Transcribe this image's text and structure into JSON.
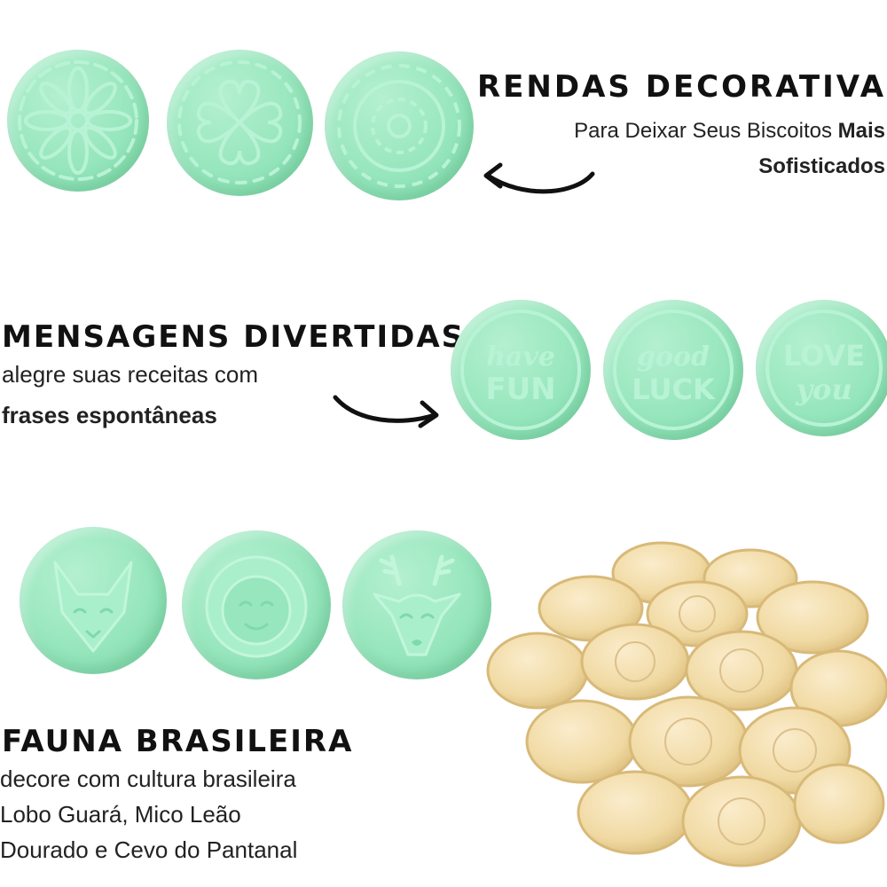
{
  "sections": {
    "rendas": {
      "title": "RENDAS DECORATIVAS",
      "line1": "Para Deixar Seus Biscoitos ",
      "line1_bold": "Mais",
      "line2_bold": "Sofisticados",
      "stamps": [
        "flower-lace-stamp",
        "heart-lace-stamp",
        "mandala-lace-stamp"
      ]
    },
    "mensagens": {
      "title": "MENSAGENS DIVERTIDAS",
      "line1": "alegre suas  receitas com",
      "line2_bold": "frases espontâneas",
      "stamps": [
        {
          "top": "have",
          "bottom": "FUN"
        },
        {
          "top": "good",
          "bottom": "LUCK"
        },
        {
          "top": "LOVE",
          "bottom": "you"
        }
      ]
    },
    "fauna": {
      "title": "FAUNA BRASILEIRA",
      "lines": [
        "decore com cultura brasileira",
        "Lobo Guará, Mico Leão",
        "Dourado e Cevo do Pantanal"
      ],
      "stamps": [
        "wolf-stamp",
        "lion-monkey-stamp",
        "deer-stamp"
      ]
    }
  },
  "colors": {
    "stamp_green": "#97e6bd",
    "cookie": "#f3deaa",
    "text": "#111111"
  }
}
